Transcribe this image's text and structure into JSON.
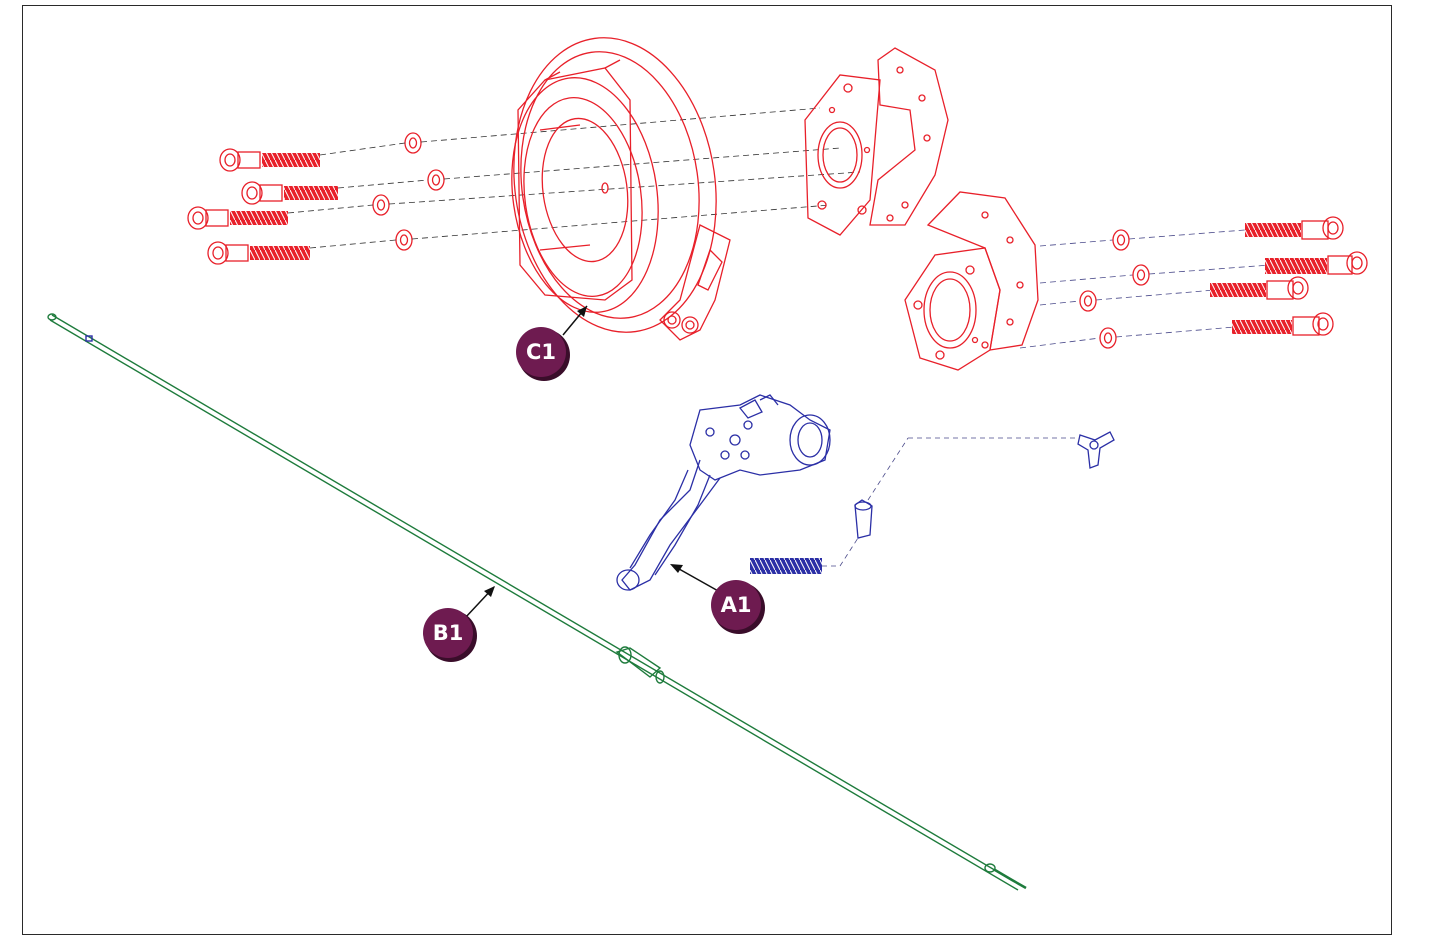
{
  "colors": {
    "assembly_c": "#e8202a",
    "assembly_a": "#2b2fa6",
    "assembly_b": "#1e7b3c",
    "callout_fill": "#6e1b50",
    "callout_shadow": "#3a0d2a",
    "leader": "#111111"
  },
  "callouts": {
    "c1": {
      "label": "C1"
    },
    "a1": {
      "label": "A1"
    },
    "b1": {
      "label": "B1"
    }
  }
}
